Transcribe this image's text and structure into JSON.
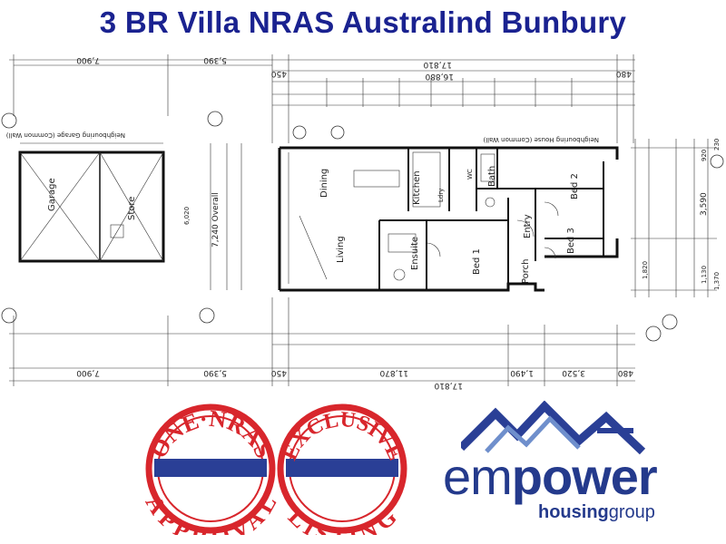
{
  "title": "3 BR Villa NRAS Australind Bunbury",
  "plan": {
    "rooms": {
      "garage": "Garage",
      "store": "Store",
      "dining": "Dining",
      "kitchen": "Kitchen",
      "living": "Living",
      "ensuite": "Ensuite",
      "bed1": "Bed 1",
      "bed2": "Bed 2",
      "bed3": "Bed 3",
      "entry": "Entry",
      "porch": "Porch",
      "bath": "Bath",
      "ldry": "Ldry",
      "wc": "WC"
    },
    "notes": {
      "neighbour_garage": "Neighbouring Garage (Common Wall)",
      "neighbour_house": "Neighbouring House (Common Wall)",
      "overall": "7,240  Overall",
      "overall2": "6,020"
    },
    "dims_top": [
      "7,900",
      "5,390",
      "450",
      "17,810",
      "16,880",
      "480"
    ],
    "dims_bottom": [
      "7,900",
      "5,390",
      "450",
      "11,870",
      "1,490",
      "3,520",
      "480",
      "17,810"
    ],
    "dims_right": [
      "3,590",
      "920",
      "230",
      "1,820",
      "1,130",
      "1,370"
    ]
  },
  "stamps": [
    {
      "top": "ONE·NRAS",
      "bottom": "APPROVAL",
      "color": "#d8262c"
    },
    {
      "top": "EXCLUSIVE",
      "bottom": "LISTING",
      "color": "#d8262c"
    }
  ],
  "logo": {
    "word_a": "em",
    "word_b": "power",
    "sub_a": "housing",
    "sub_b": "group",
    "color": "#243a8c",
    "roof_color": "#4a6fb0"
  }
}
